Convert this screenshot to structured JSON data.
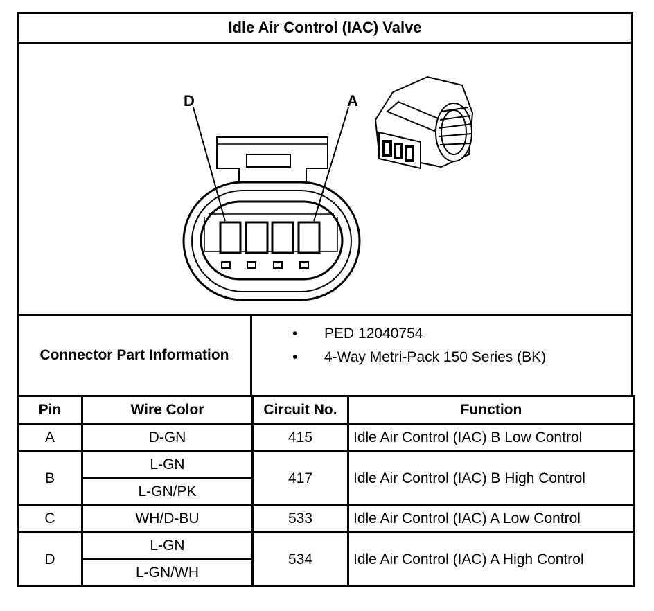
{
  "title": "Idle Air Control (IAC) Valve",
  "figure": {
    "label_d": "D",
    "label_a": "A"
  },
  "connector_info": {
    "label": "Connector Part Information",
    "items": [
      "PED 12040754",
      "4-Way Metri-Pack 150 Series (BK)"
    ],
    "bullet": "•"
  },
  "table": {
    "headers": {
      "pin": "Pin",
      "wire_color": "Wire Color",
      "circuit": "Circuit No.",
      "function": "Function"
    },
    "rows": [
      {
        "pin": "A",
        "wires": [
          "D-GN"
        ],
        "circuit": "415",
        "function": "Idle Air Control (IAC) B Low Control"
      },
      {
        "pin": "B",
        "wires": [
          "L-GN",
          "L-GN/PK"
        ],
        "circuit": "417",
        "function": "Idle Air Control (IAC) B High Control"
      },
      {
        "pin": "C",
        "wires": [
          "WH/D-BU"
        ],
        "circuit": "533",
        "function": "Idle Air Control (IAC) A Low Control"
      },
      {
        "pin": "D",
        "wires": [
          "L-GN",
          "L-GN/WH"
        ],
        "circuit": "534",
        "function": "Idle Air Control (IAC) A High Control"
      }
    ]
  }
}
